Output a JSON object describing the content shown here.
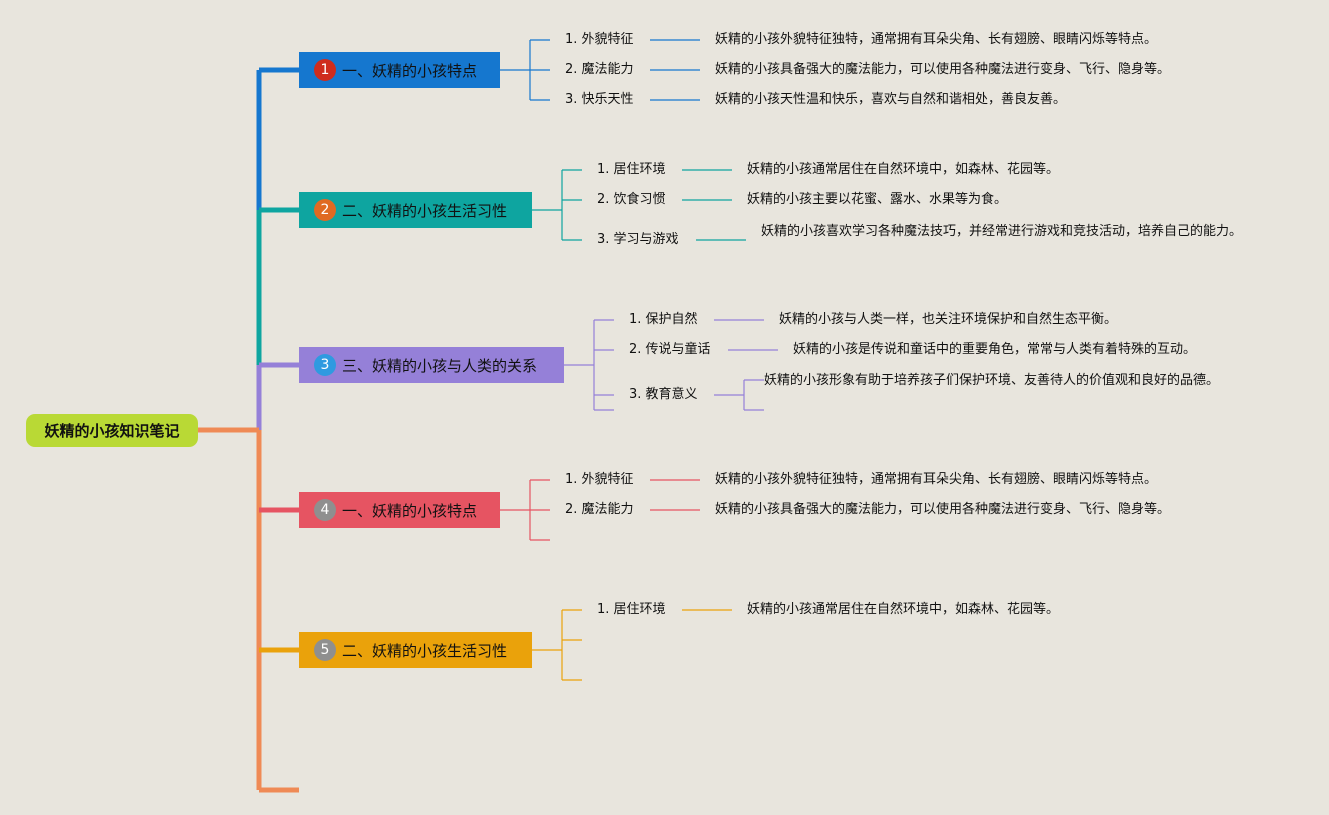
{
  "root": {
    "label": "妖精的小孩知识笔记"
  },
  "branches": [
    {
      "number": "1",
      "label": "一、妖精的小孩特点",
      "color": "#1577cf",
      "badge_color": "#cf2c1d",
      "items": [
        {
          "label": "1. 外貌特征",
          "detail": "妖精的小孩外貌特征独特，通常拥有耳朵尖角、长有翅膀、眼睛闪烁等特点。"
        },
        {
          "label": "2. 魔法能力",
          "detail": "妖精的小孩具备强大的魔法能力，可以使用各种魔法进行变身、飞行、隐身等。"
        },
        {
          "label": "3. 快乐天性",
          "detail": "妖精的小孩天性温和快乐，喜欢与自然和谐相处，善良友善。"
        }
      ]
    },
    {
      "number": "2",
      "label": "二、妖精的小孩生活习性",
      "color": "#0ea5a0",
      "badge_color": "#e06a22",
      "items": [
        {
          "label": "1. 居住环境",
          "detail": "妖精的小孩通常居住在自然环境中，如森林、花园等。"
        },
        {
          "label": "2. 饮食习惯",
          "detail": "妖精的小孩主要以花蜜、露水、水果等为食。"
        },
        {
          "label": "3. 学习与游戏",
          "detail": "妖精的小孩喜欢学习各种魔法技巧，并经常进行游戏和竞技活动，培养自己的能力。"
        }
      ]
    },
    {
      "number": "3",
      "label": "三、妖精的小孩与人类的关系",
      "color": "#9580d8",
      "badge_color": "#2f9ae0",
      "items": [
        {
          "label": "1. 保护自然",
          "detail": "妖精的小孩与人类一样，也关注环境保护和自然生态平衡。"
        },
        {
          "label": "2. 传说与童话",
          "detail": "妖精的小孩是传说和童话中的重要角色，常常与人类有着特殊的互动。"
        },
        {
          "label": "3. 教育意义",
          "detail": "妖精的小孩形象有助于培养孩子们保护环境、友善待人的价值观和良好的品德。"
        }
      ]
    },
    {
      "number": "4",
      "label": "一、妖精的小孩特点",
      "color": "#e65462",
      "badge_color": "#8f8f8f",
      "items": [
        {
          "label": "1. 外貌特征",
          "detail": "妖精的小孩外貌特征独特，通常拥有耳朵尖角、长有翅膀、眼睛闪烁等特点。"
        },
        {
          "label": "2. 魔法能力",
          "detail": "妖精的小孩具备强大的魔法能力，可以使用各种魔法进行变身、飞行、隐身等。"
        }
      ]
    },
    {
      "number": "5",
      "label": "二、妖精的小孩生活习性",
      "color": "#eaa20b",
      "badge_color": "#8f8f8f",
      "items": [
        {
          "label": "1. 居住环境",
          "detail": "妖精的小孩通常居住在自然环境中，如森林、花园等。"
        }
      ]
    }
  ],
  "colors": {
    "background": "#e8e5dd",
    "root": "#b9d935",
    "trunk": "#ef8a55"
  }
}
